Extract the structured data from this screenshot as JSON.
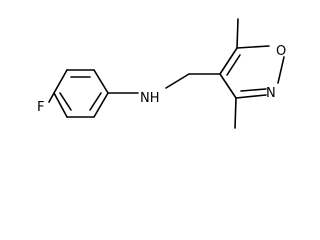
{
  "molecule": {
    "atoms": {
      "fluorine": "F",
      "amine": "NH",
      "ring_nitrogen": "N",
      "ring_oxygen": "O"
    }
  },
  "colors": {
    "background": "#ffffff",
    "bonds": "#000000",
    "labels": "#000000"
  }
}
